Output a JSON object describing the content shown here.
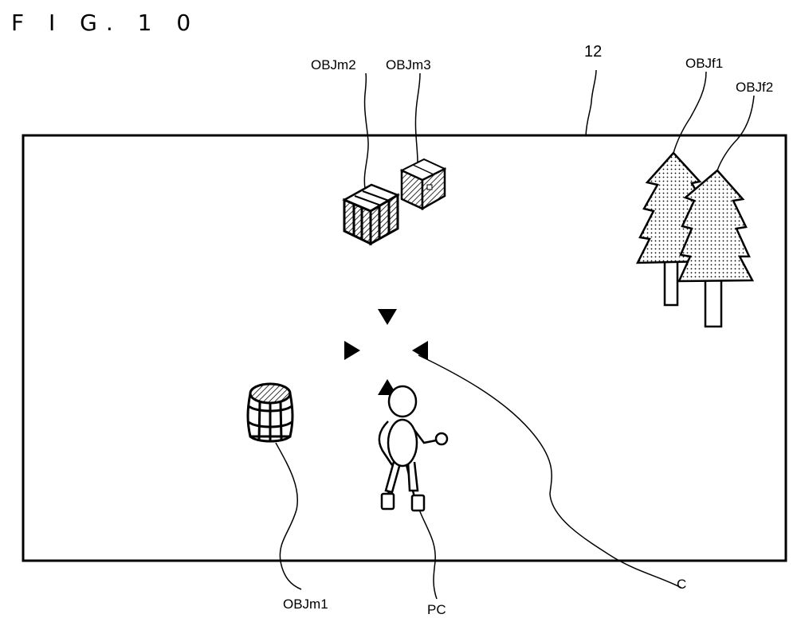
{
  "figure": {
    "title": "F I G. 1 0",
    "screen_ref": "12",
    "labels": {
      "obj_m1": "OBJm1",
      "obj_m2": "OBJm2",
      "obj_m3": "OBJm3",
      "obj_f1": "OBJf1",
      "obj_f2": "OBJf2",
      "player_character": "PC",
      "cursor": "C"
    }
  }
}
